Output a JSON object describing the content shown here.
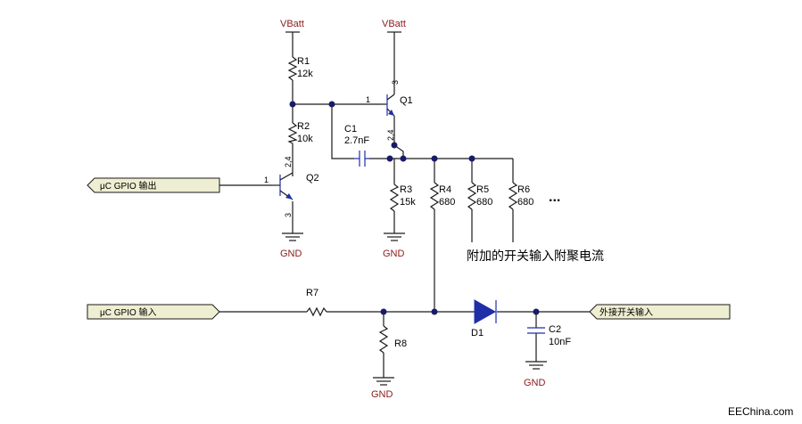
{
  "power": {
    "vbatt_left": "VBatt",
    "vbatt_right": "VBatt",
    "gnd": "GND"
  },
  "resistors": {
    "r1": {
      "ref": "R1",
      "value": "12k"
    },
    "r2": {
      "ref": "R2",
      "value": "10k"
    },
    "r3": {
      "ref": "R3",
      "value": "15k"
    },
    "r4": {
      "ref": "R4",
      "value": "680"
    },
    "r5": {
      "ref": "R5",
      "value": "680"
    },
    "r6": {
      "ref": "R6",
      "value": "680"
    },
    "r7": {
      "ref": "R7"
    },
    "r8": {
      "ref": "R8"
    }
  },
  "capacitors": {
    "c1": {
      "ref": "C1",
      "value": "2.7nF"
    },
    "c2": {
      "ref": "C2",
      "value": "10nF"
    }
  },
  "transistors": {
    "q1": {
      "ref": "Q1",
      "pin_base": "1",
      "pin_collector": "3",
      "pin_emitter": "2,4"
    },
    "q2": {
      "ref": "Q2",
      "pin_base": "1",
      "pin_collector": "2,4",
      "pin_emitter": "3"
    }
  },
  "diode": {
    "ref": "D1"
  },
  "ports": {
    "gpio_out": "μC GPIO  输出",
    "gpio_in": "μC GPIO  输入",
    "ext_switch_in": "外接开关输入"
  },
  "annotations": {
    "more": "...",
    "extra_switch": "附加的开关输入附聚电流"
  },
  "watermark": "EEChina.com"
}
